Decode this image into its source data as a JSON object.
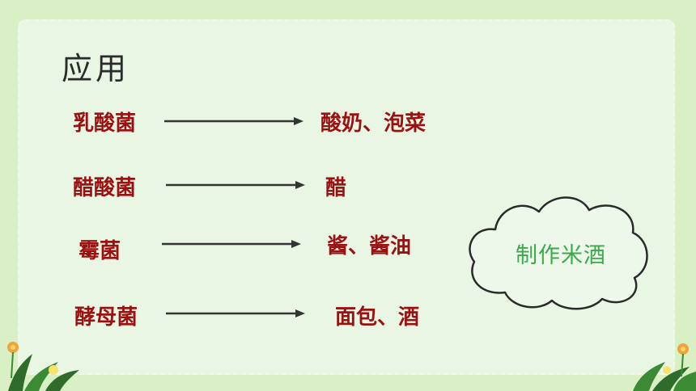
{
  "slide": {
    "title": "应用",
    "rows": [
      {
        "microbe": "乳酸菌",
        "product": "酸奶、泡菜"
      },
      {
        "microbe": "醋酸菌",
        "product": "醋"
      },
      {
        "microbe": "霉菌",
        "product": "酱、酱油"
      },
      {
        "microbe": "酵母菌",
        "product": "面包、酒"
      }
    ],
    "cloud_note": "制作米酒"
  },
  "colors": {
    "background": "#d8f0c4",
    "card": "#e9f6e4",
    "label_red": "#9b1111",
    "cloud_text_green": "#3aaa4a",
    "arrow": "#333333"
  }
}
